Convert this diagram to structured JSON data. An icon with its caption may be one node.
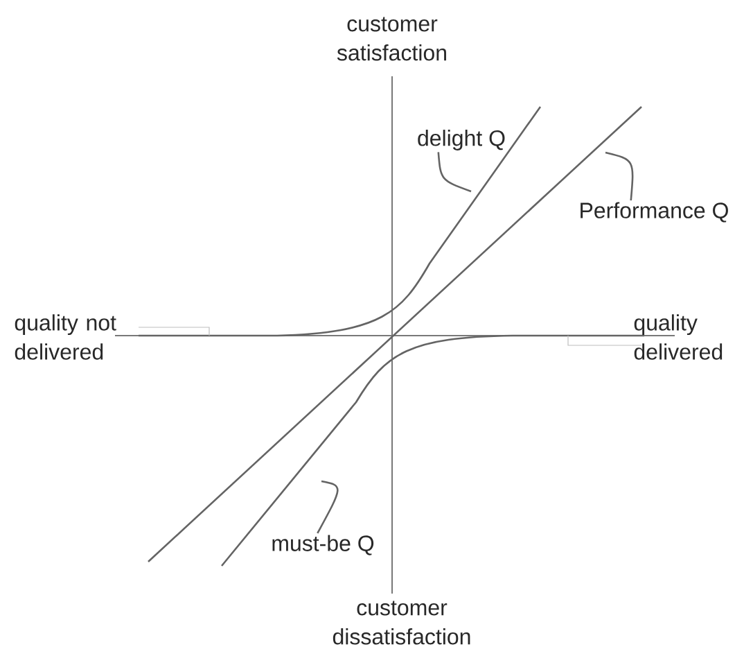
{
  "diagram": {
    "nodes": [
      {
        "text": [
          "delight Q"
        ]
      },
      {
        "text": [
          "Performance Q"
        ]
      },
      {
        "text": [
          "must-be Q"
        ]
      }
    ],
    "edges": [
      {
        "from": 0,
        "to": null,
        "arrow": "none"
      },
      {
        "from": 1,
        "to": null,
        "arrow": "none"
      },
      {
        "from": 2,
        "to": null,
        "arrow": "none"
      }
    ],
    "labels": [
      "customer satisfaction",
      "quality not delivered",
      "quality delivered",
      "customer dissatisfaction"
    ]
  }
}
